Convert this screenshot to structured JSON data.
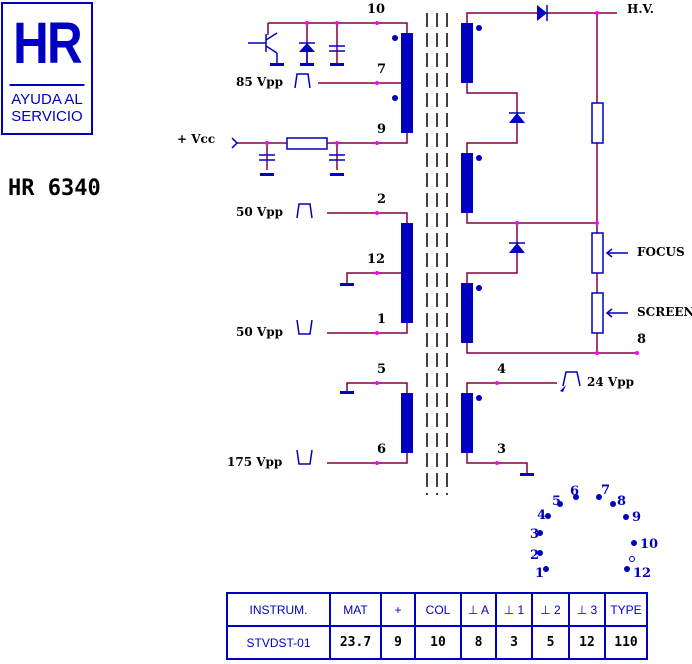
{
  "logo": {
    "mark": "HR",
    "line1": "AYUDA AL",
    "line2": "SERVICIO"
  },
  "model": "HR 6340",
  "labels": {
    "hv": "H.V.",
    "focus": "FOCUS",
    "screen": "SCREEN",
    "vcc": "+ Vcc",
    "v85": "85 Vpp",
    "v50a": "50 Vpp",
    "v50b": "50 Vpp",
    "v175": "175 Vpp",
    "v24": "24 Vpp"
  },
  "pins": {
    "p10": "10",
    "p7": "7",
    "p9": "9",
    "p2": "2",
    "p12": "12",
    "p1": "1",
    "p5": "5",
    "p6": "6",
    "p4": "4",
    "p3": "3",
    "p8": "8"
  },
  "base_pins": [
    "1",
    "2",
    "3",
    "4",
    "5",
    "6",
    "7",
    "8",
    "9",
    "10",
    "12"
  ],
  "table": {
    "headers": [
      "INSTRUM.",
      "MAT",
      "+",
      "COL",
      "⊥ A",
      "⊥ 1",
      "⊥ 2",
      "⊥ 3",
      "TYPE"
    ],
    "values": [
      "STVDST-01",
      "23.7",
      "9",
      "10",
      "8",
      "3",
      "5",
      "12",
      "110"
    ]
  },
  "colors": {
    "component": "#0000c0",
    "wire": "#800040",
    "node": "#ff00ff"
  }
}
